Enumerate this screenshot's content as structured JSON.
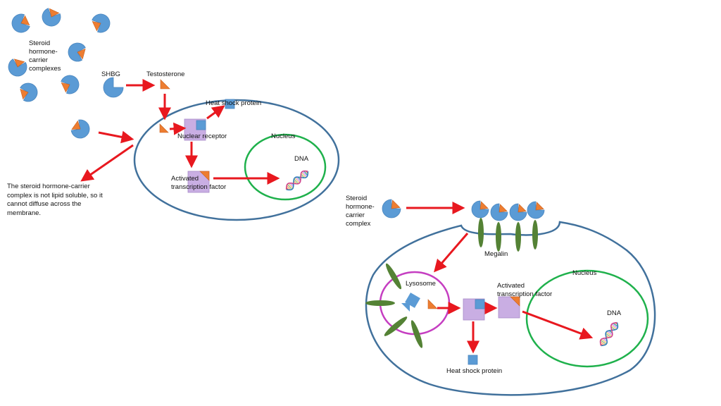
{
  "colors": {
    "cell_outline": "#41719c",
    "nucleus_outline": "#1fb14c",
    "lysosome_outline": "#c53ec1",
    "arrow": "#e8181f",
    "carrier": "#5b9bd5",
    "hormone": "#ed7d31",
    "receptor": "#c9aee3",
    "megalin": "#548235"
  },
  "icons": [
    "steroid-carrier-complex-icon",
    "testosterone-icon",
    "heat-shock-protein-icon",
    "nuclear-receptor-icon",
    "dna-helix-icon",
    "megalin-icon",
    "lysosome-icon"
  ],
  "left_panel": {
    "complexes_label": "Steroid\nhormone-\ncarrier\ncomplexes",
    "shbg_label": "SHBG",
    "testosterone_label": "Testosterone",
    "heat_shock_label": "Heat shock protein",
    "nuclear_receptor_label": "Nuclear receptor",
    "nucleus_label": "Nucleus",
    "dna_label": "DNA",
    "activated_tf_label": "Activated\ntranscription factor",
    "note": "The steroid hormone-carrier complex is not lipid soluble, so it cannot diffuse across the membrane."
  },
  "right_panel": {
    "complex_label": "Steroid\nhormone-\ncarrier\ncomplex",
    "megalin_label": "Megalin",
    "nucleus_label": "Nucleus",
    "lysosome_label": "Lysosome",
    "activated_tf_label": "Activated\ntranscription factor",
    "dna_label": "DNA",
    "heat_shock_label": "Heat shock protein"
  }
}
